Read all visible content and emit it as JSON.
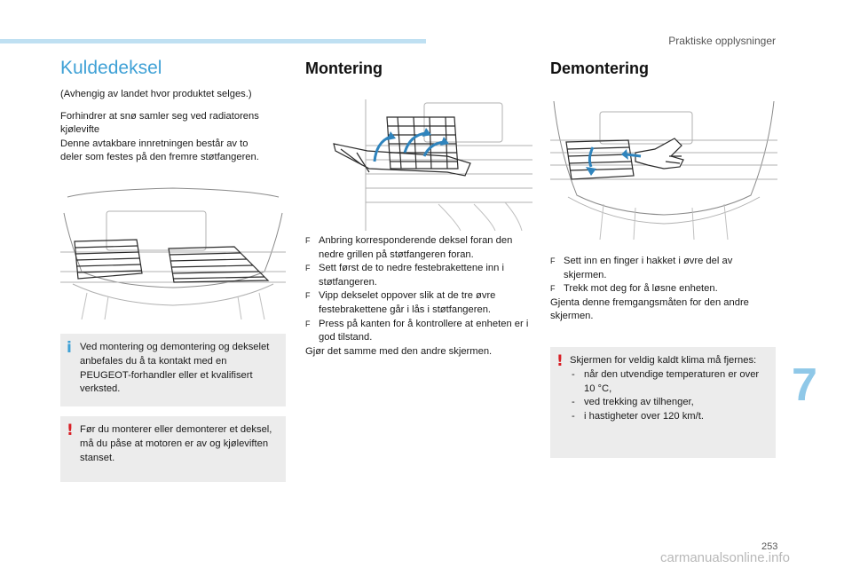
{
  "header": {
    "section": "Praktiske opplysninger",
    "accent": "#bfe0f2"
  },
  "col1": {
    "title": "Kuldedeksel",
    "intro": "(Avhengig av landet hvor produktet selges.)",
    "description_lines": [
      "Forhindrer at snø samler seg ved radiatorens",
      "kjølevifte",
      "Denne avtakbare innretningen består av to",
      "deler som festes på den fremre støtfangeren."
    ],
    "info_note": "Ved montering og demontering og dekselet anbefales du å ta kontakt med en PEUGEOT-forhandler eller et kvalifisert verksted.",
    "warning_note": "Før du monterer eller demonterer et deksel, må du påse at motoren er av og kjøleviften stanset."
  },
  "col2": {
    "title": "Montering",
    "steps": [
      "Anbring korresponderende deksel foran den nedre grillen på støtfangeren foran.",
      "Sett først de to nedre festebrakettene inn i støtfangeren.",
      "Vipp dekselet oppover slik at de tre øvre festebrakettene går i lås i støtfangeren.",
      "Press på kanten for å kontrollere at enheten er i god tilstand."
    ],
    "closing": "Gjør det samme med den andre skjermen."
  },
  "col3": {
    "title": "Demontering",
    "steps": [
      "Sett inn en finger i hakket i øvre del av skjermen.",
      "Trekk mot deg for å løsne enheten."
    ],
    "closing": "Gjenta denne fremgangsmåten for den andre skjermen.",
    "warning_intro": "Skjermen for veldig kaldt klima må fjernes:",
    "warning_items": [
      "når den utvendige temperaturen er over 10 °C,",
      "ved trekking av tilhenger,",
      "i hastigheter over 120 km/t."
    ]
  },
  "icons": {
    "info": "i",
    "warning": "!",
    "bullet": "F",
    "dash": "-"
  },
  "colors": {
    "title_blue": "#3fa1d6",
    "warning_red": "#d81e25",
    "arrow_blue": "#2f84bd",
    "note_bg": "#ececec"
  },
  "chapter": "7",
  "page_number": "253",
  "watermark": "carmanualsonline.info"
}
